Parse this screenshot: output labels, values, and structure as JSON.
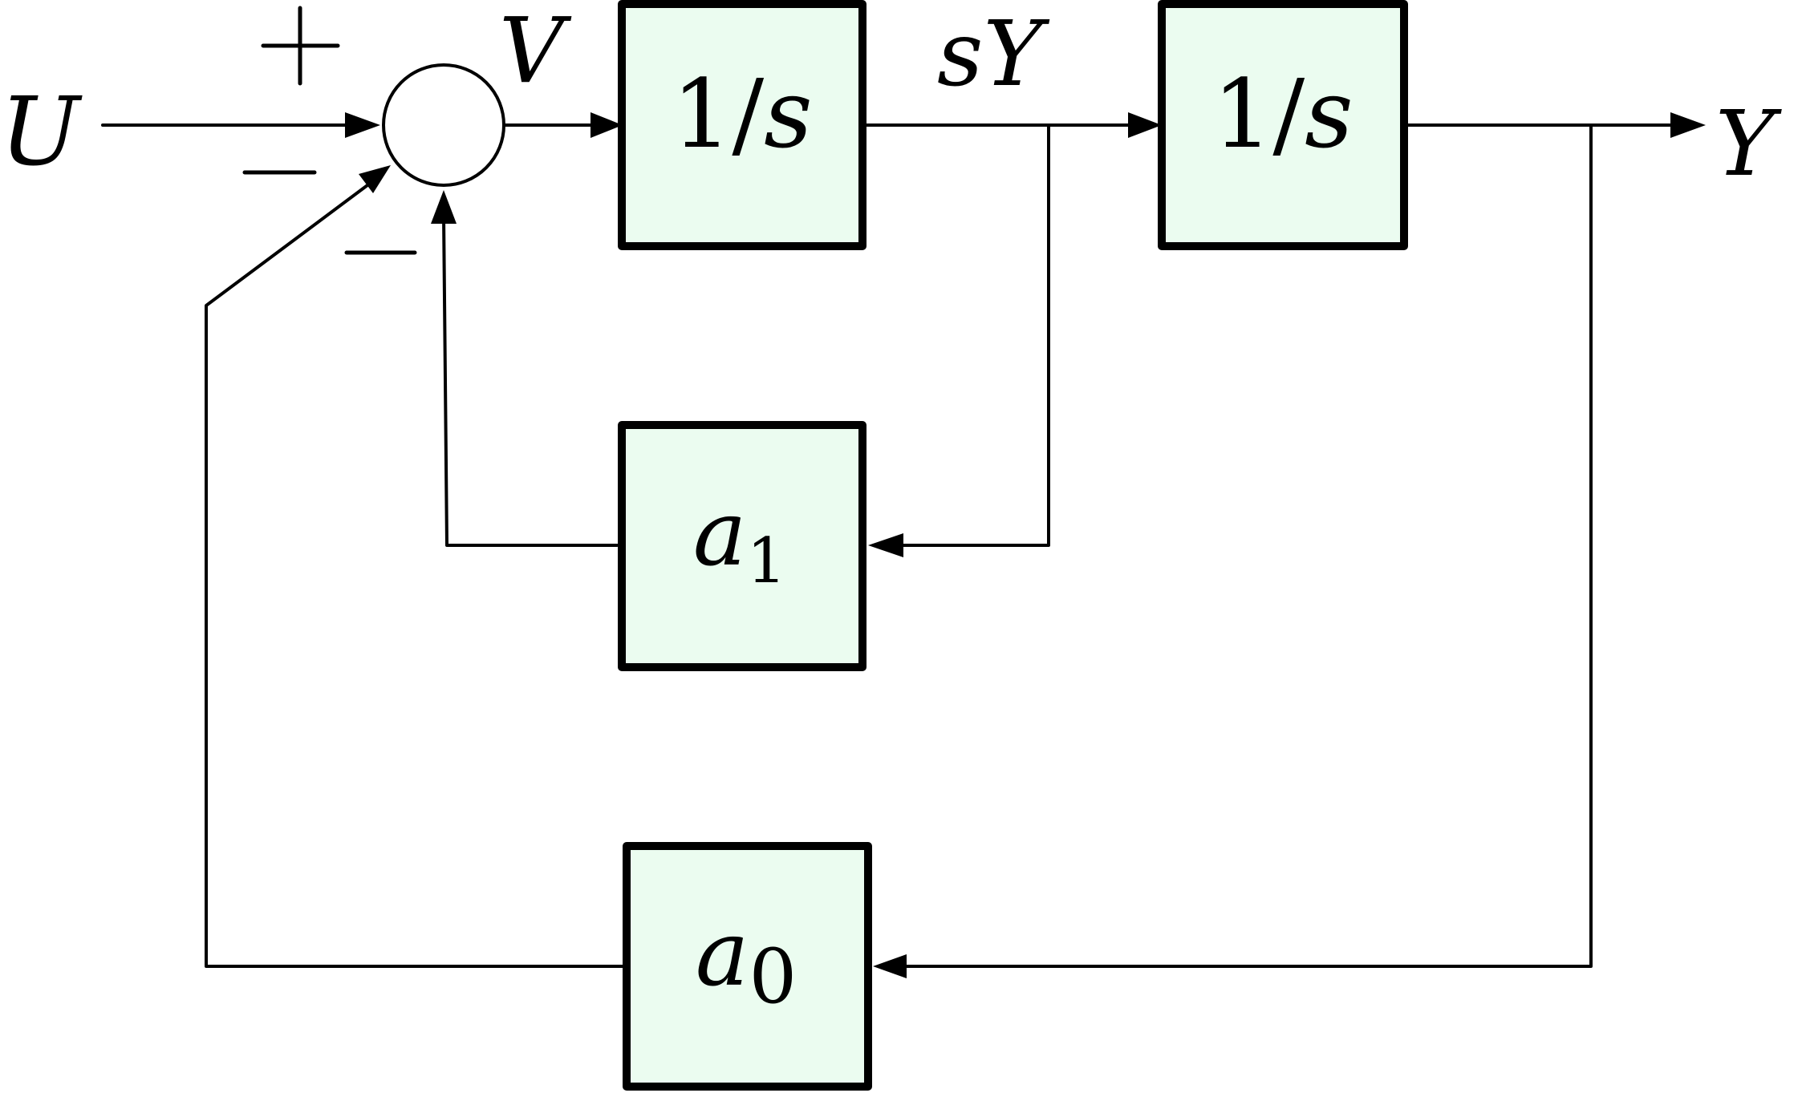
{
  "colors": {
    "block_fill": "#ebfcf0",
    "line": "#000000",
    "background": "#ffffff"
  },
  "signals": {
    "input": "U",
    "sum_output": "V",
    "intermediate": "sY",
    "output": "Y"
  },
  "sum_signs": {
    "top": "+",
    "left": "−",
    "bottom": "−"
  },
  "blocks": {
    "integrator_1": {
      "num": "1",
      "slash": "/",
      "var": "s"
    },
    "integrator_2": {
      "num": "1",
      "slash": "/",
      "var": "s"
    },
    "gain_a1": {
      "base": "a",
      "sub": "1"
    },
    "gain_a0": {
      "base": "a",
      "sub": "0"
    }
  }
}
